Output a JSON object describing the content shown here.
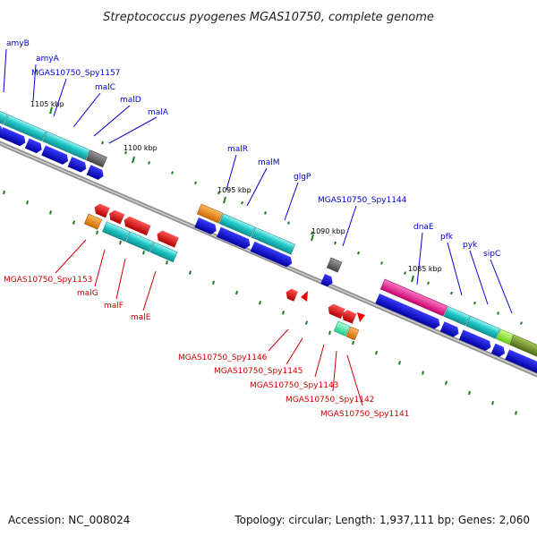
{
  "title": "Streptococcus pyogenes MGAS10750, complete genome",
  "footer": {
    "accession": "Accession: NC_008024",
    "topology": "Topology: circular; Length: 1,937,111 bp; Genes: 2,060"
  },
  "colors": {
    "forward_label": "#0000cc",
    "reverse_label": "#cc0000",
    "backbone": "#808080",
    "tick": "#1f7a1f",
    "gene_cds": "#0000ee",
    "gene_rev": "#ee0000",
    "gene_cyan": "#20c8c8",
    "gene_orange": "#ff8c00",
    "gene_gray": "#666666",
    "gene_magenta": "#ff1493",
    "gene_lime": "#99ff33",
    "gene_olive": "#6b8e23",
    "gene_mint": "#33ffaa"
  },
  "kbp_markers": [
    {
      "label": "1105 kbp"
    },
    {
      "label": "1100 kbp"
    },
    {
      "label": "1095 kbp"
    },
    {
      "label": "1090 kbp"
    },
    {
      "label": "1085 kbp"
    }
  ],
  "genes_top": [
    {
      "label": "amyB"
    },
    {
      "label": "amyA"
    },
    {
      "label": "MGAS10750_Spy1157"
    },
    {
      "label": "malC"
    },
    {
      "label": "malD"
    },
    {
      "label": "malA"
    },
    {
      "label": "malR"
    },
    {
      "label": "malM"
    },
    {
      "label": "glgP"
    },
    {
      "label": "MGAS10750_Spy1144"
    },
    {
      "label": "dnaE"
    },
    {
      "label": "pfk"
    },
    {
      "label": "pyk"
    },
    {
      "label": "sipC"
    }
  ],
  "genes_bottom": [
    {
      "label": "MGAS10750_Spy1153"
    },
    {
      "label": "malG"
    },
    {
      "label": "malF"
    },
    {
      "label": "malE"
    },
    {
      "label": "MGAS10750_Spy1146"
    },
    {
      "label": "MGAS10750_Spy1145"
    },
    {
      "label": "MGAS10750_Spy1143"
    },
    {
      "label": "MGAS10750_Spy1142"
    },
    {
      "label": "MGAS10750_Spy1141"
    }
  ]
}
